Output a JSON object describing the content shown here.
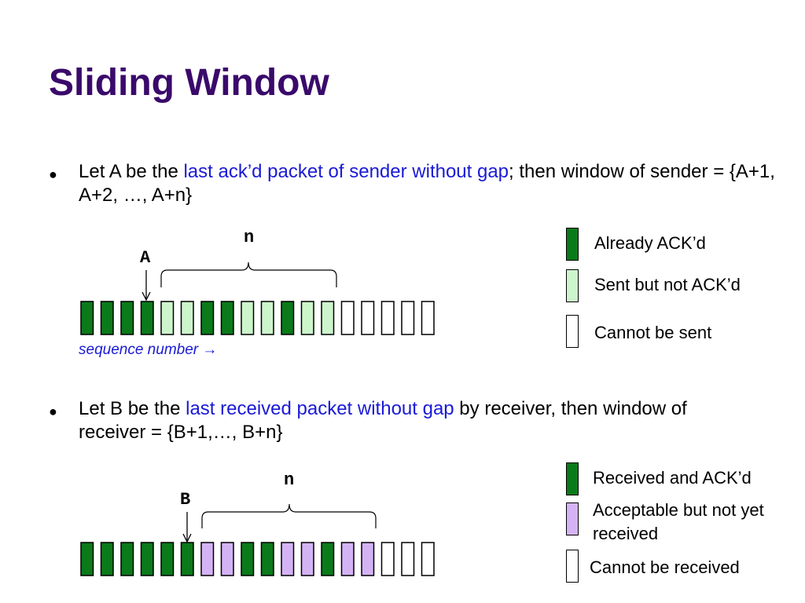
{
  "title": "Sliding Window",
  "bullet1": {
    "pre": "Let A be the ",
    "highlight": "last ack’d packet of sender without gap",
    "post": "; then window of sender = {A+1, A+2, …, A+n}"
  },
  "bullet2": {
    "pre": "Let B be the ",
    "highlight": "last received packet without gap",
    "post": " by receiver, then window of receiver = {B+1,…, B+n}"
  },
  "sender": {
    "n_label": "n",
    "pointer_label": "A",
    "sequence_label": "sequence number",
    "sequence_arrow": "→",
    "cells": [
      "acked",
      "acked",
      "acked",
      "acked",
      "sent",
      "sent",
      "acked",
      "acked",
      "sent",
      "sent",
      "acked",
      "sent",
      "sent",
      "empty",
      "empty",
      "empty",
      "empty",
      "empty"
    ]
  },
  "receiver": {
    "n_label": "n",
    "pointer_label": "B",
    "cells": [
      "recv",
      "recv",
      "recv",
      "recv",
      "recv",
      "recv",
      "acc",
      "acc",
      "recv",
      "recv",
      "acc",
      "acc",
      "recv",
      "acc",
      "acc",
      "empty",
      "empty",
      "empty"
    ]
  },
  "legend_sender": [
    {
      "label": "Already ACK’d",
      "color": "#0a7a1a"
    },
    {
      "label": "Sent but not ACK’d",
      "color": "#ccf5cc"
    },
    {
      "label": "Cannot be sent",
      "color": "#ffffff"
    }
  ],
  "legend_receiver": [
    {
      "label": "Received and ACK’d",
      "color": "#0a7a1a"
    },
    {
      "label": "Acceptable but not yet received",
      "color": "#d4b3f5"
    },
    {
      "label": "Cannot be received",
      "color": "#ffffff"
    }
  ],
  "colors": {
    "title": "#3a0a6b",
    "highlight": "#1a1ad6",
    "acked": "#0a7a1a",
    "sent": "#ccf5cc",
    "acceptable": "#d4b3f5"
  }
}
